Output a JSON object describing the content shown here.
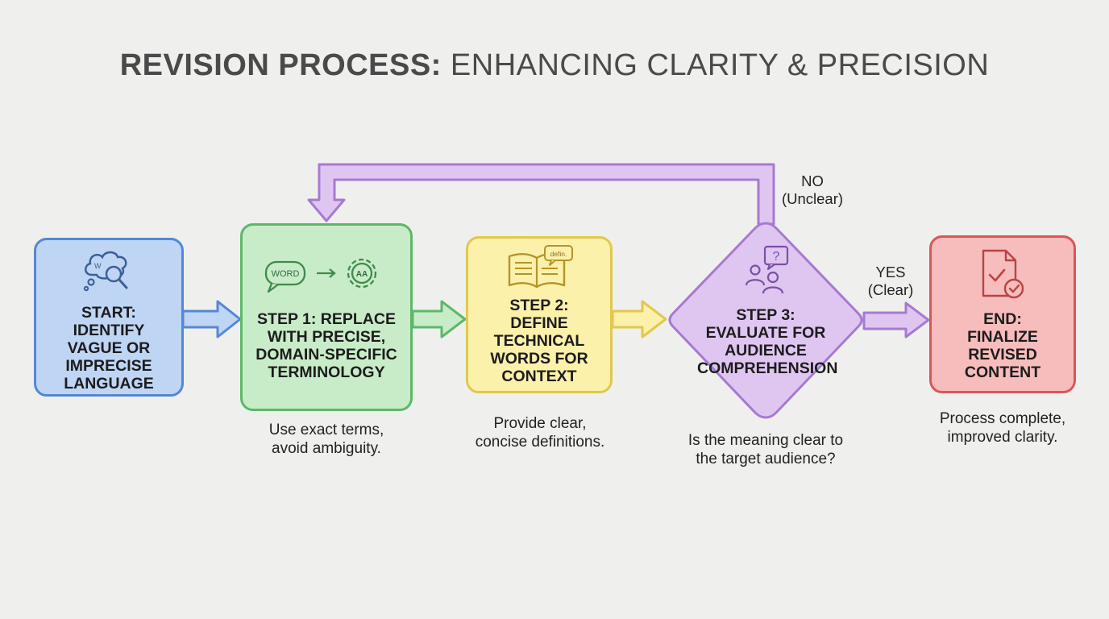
{
  "title": {
    "bold": "REVISION PROCESS:",
    "rest": "ENHANCING CLARITY & PRECISION"
  },
  "nodes": {
    "start": {
      "label": "START: IDENTIFY VAGUE OR IMPRECISE LANGUAGE",
      "icon": "thought-cloud-magnifier-icon",
      "icon_text": "W"
    },
    "step1": {
      "label": "STEP 1: REPLACE WITH PRECISE, DOMAIN-SPECIFIC TERMINOLOGY",
      "icon_word": "WORD",
      "icon_gear_text": "AA",
      "icon": "word-to-gear-icon"
    },
    "step2": {
      "label": "STEP 2: DEFINE TECHNICAL WORDS FOR CONTEXT",
      "icon": "open-book-definition-icon",
      "icon_text": "defin."
    },
    "step3": {
      "label": "STEP 3: EVALUATE FOR AUDIENCE COMPREHENSION",
      "icon": "audience-question-icon",
      "icon_text": "?"
    },
    "end": {
      "label": "END: FINALIZE REVISED CONTENT",
      "icon": "document-check-icon"
    }
  },
  "captions": {
    "step1": "Use exact terms, avoid ambiguity.",
    "step2": "Provide clear, concise definitions.",
    "step3": "Is the meaning clear to the target audience?",
    "end": "Process complete, improved clarity."
  },
  "edges": {
    "no_label": "NO\n(Unclear)",
    "yes_label": "YES\n(Clear)"
  },
  "colors": {
    "blue_fill": "#bfd5f4",
    "blue_stroke": "#5587d6",
    "green_fill": "#c9ecc8",
    "green_stroke": "#5cb868",
    "yellow_fill": "#fbf1aa",
    "yellow_stroke": "#e2c84c",
    "purple_fill": "#dfc6f1",
    "purple_stroke": "#a779d2",
    "red_fill": "#f7bcbc",
    "red_stroke": "#d95757"
  }
}
